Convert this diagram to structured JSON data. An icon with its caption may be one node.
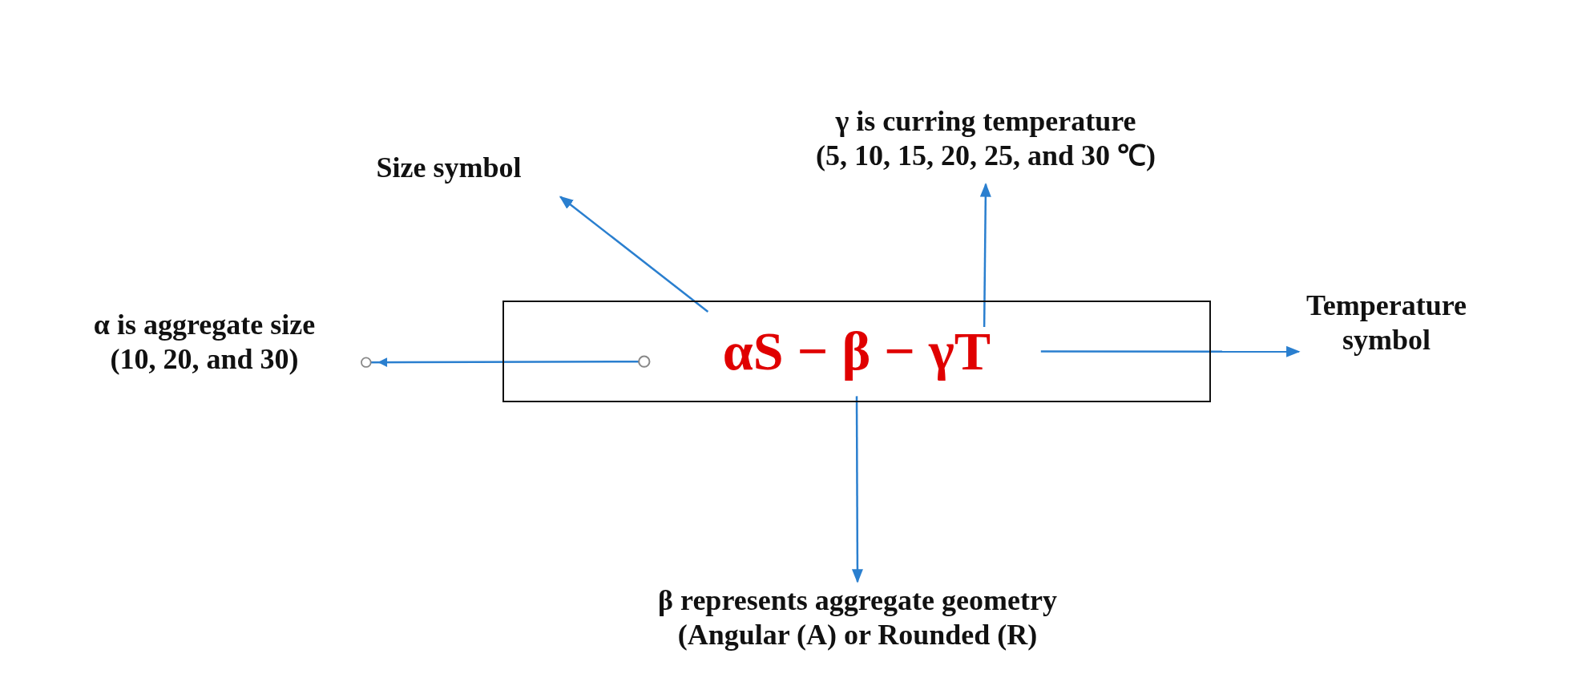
{
  "diagram": {
    "nodes": [
      {
        "text": [
          "αS − β − γT"
        ]
      },
      {
        "text": [
          "Size symbol"
        ]
      },
      {
        "text": [
          "γ is curring temperature",
          "(5, 10, 15, 20, 25, and 30 ℃)"
        ]
      },
      {
        "text": [
          "α is aggregate size",
          "(10, 20, and 30)"
        ]
      },
      {
        "text": [
          "Temperature symbol"
        ]
      },
      {
        "text": [
          "β represents aggregate geometry",
          "(Angular (A) or Rounded (R)"
        ]
      }
    ],
    "edges": [
      {
        "from": 0,
        "to": 1,
        "arrow": "to"
      },
      {
        "from": 0,
        "to": 2,
        "arrow": "to"
      },
      {
        "from": 0,
        "to": 3,
        "arrow": "to"
      },
      {
        "from": 0,
        "to": 4,
        "arrow": "to"
      },
      {
        "from": 0,
        "to": 5,
        "arrow": "to"
      }
    ]
  }
}
